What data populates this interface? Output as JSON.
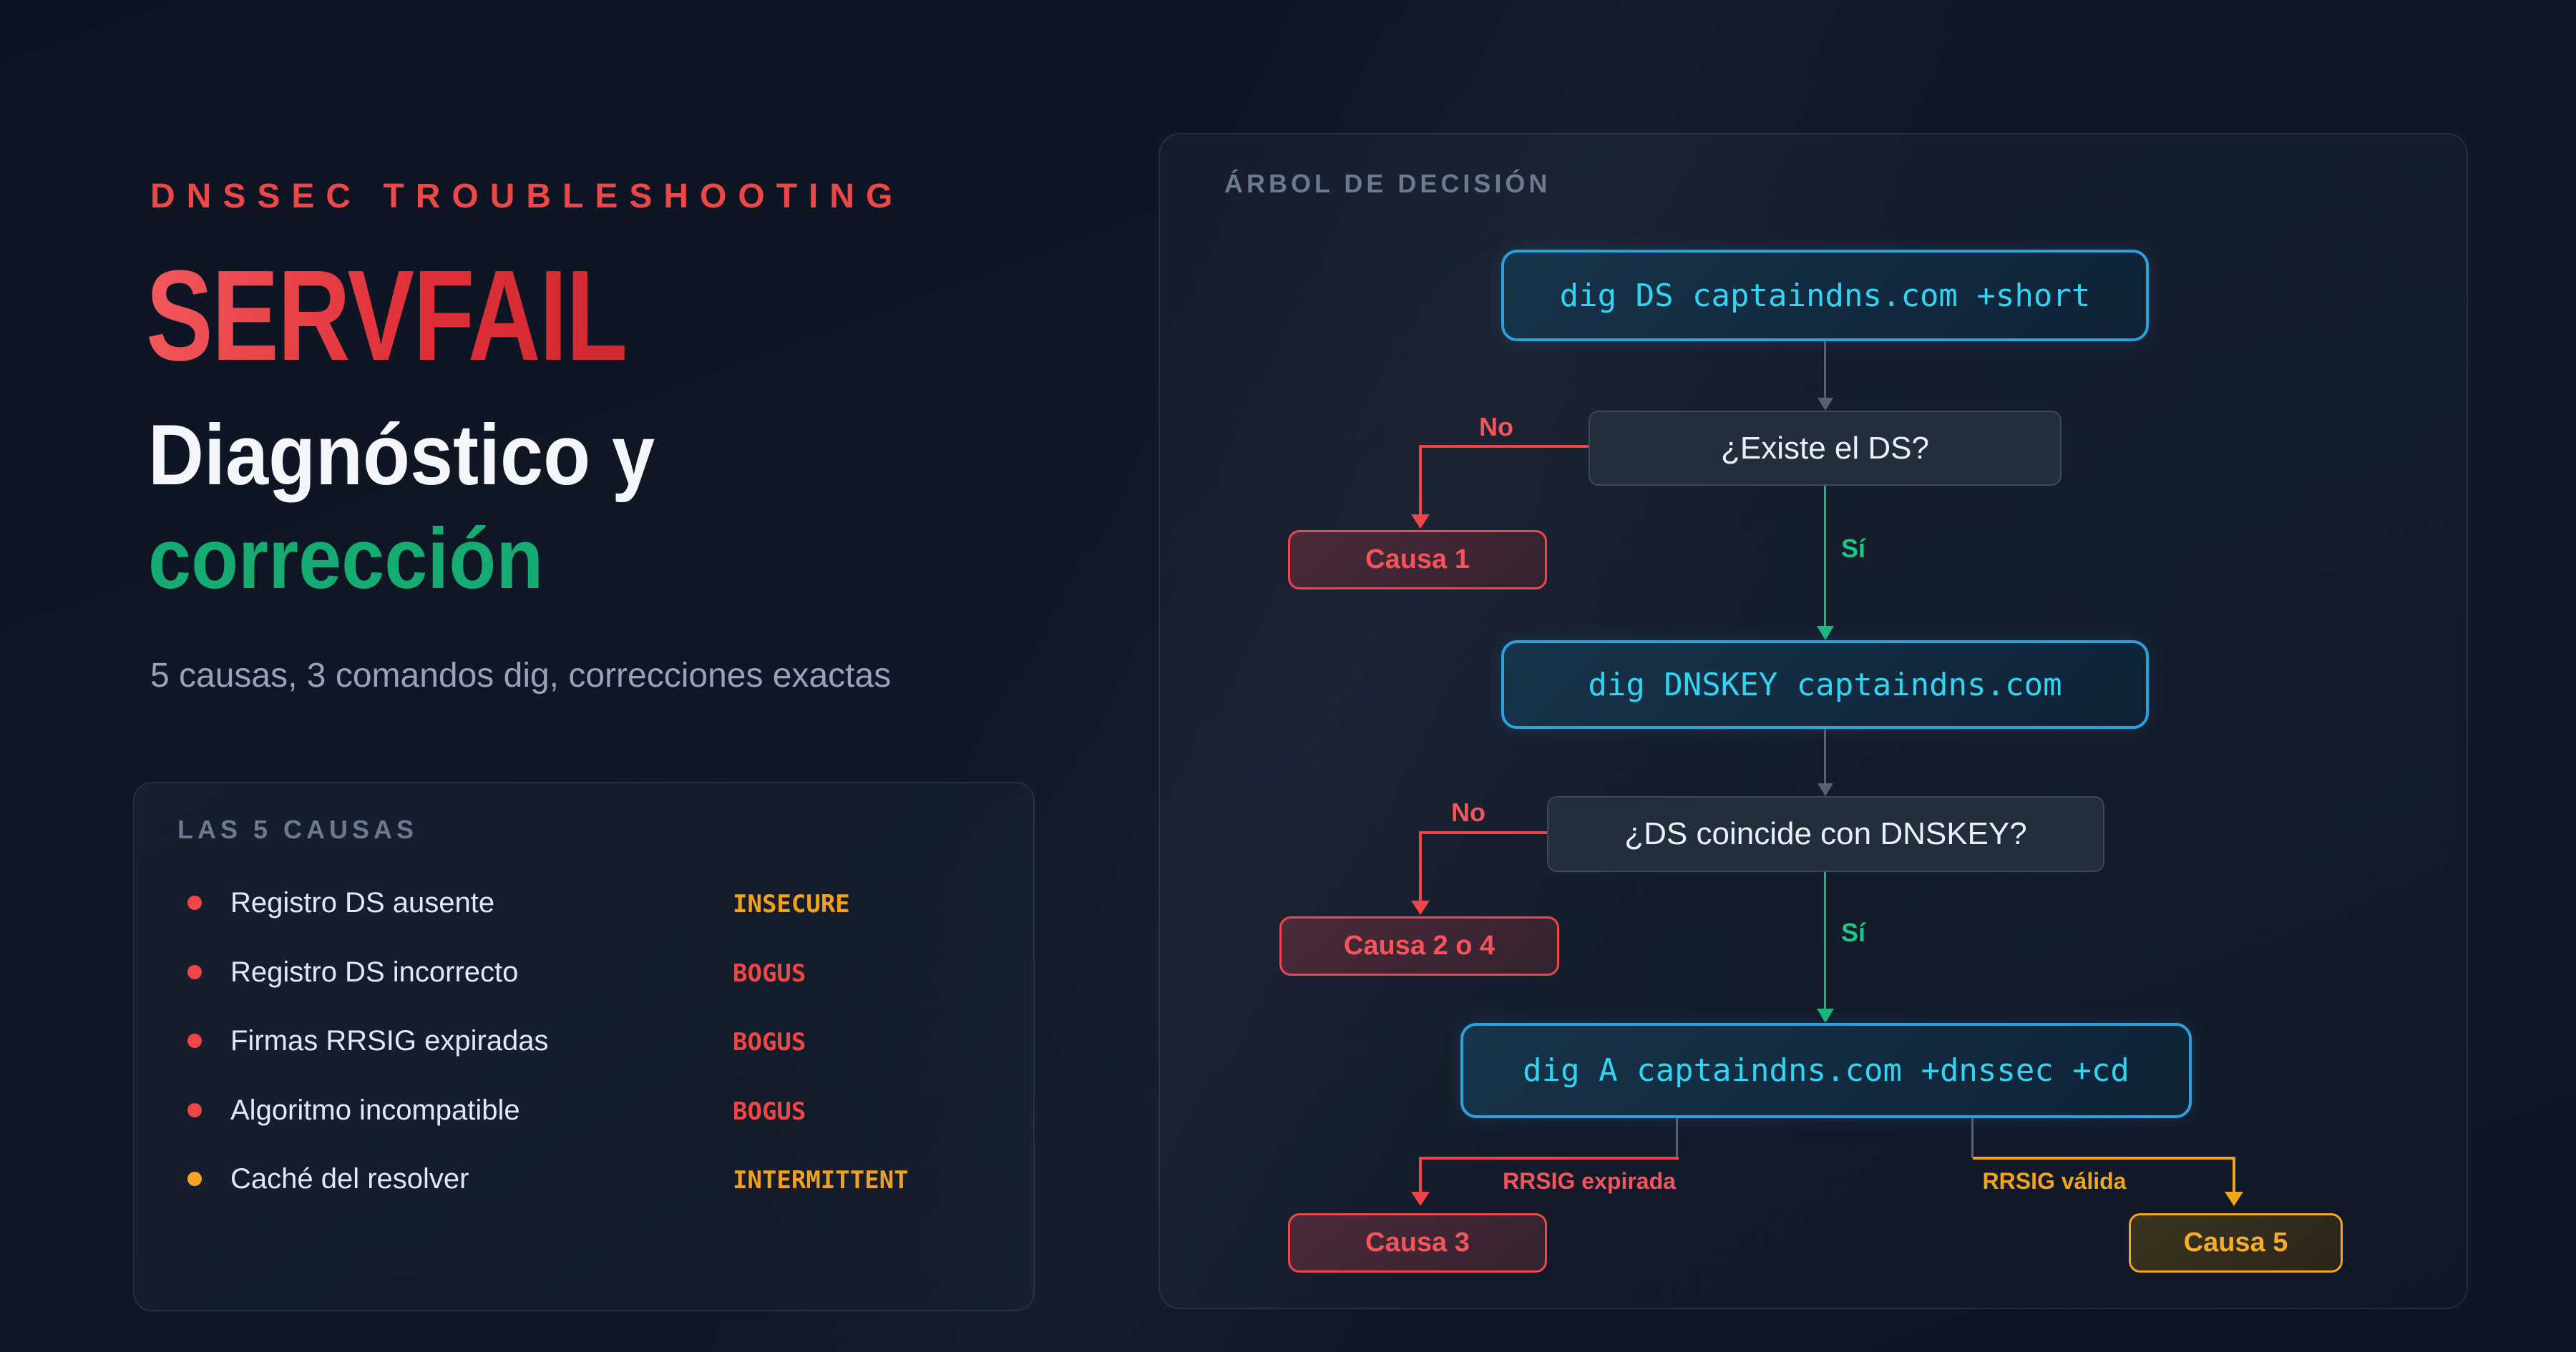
{
  "intro": {
    "kicker": "DNSSEC TROUBLESHOOTING",
    "title": "SERVFAIL",
    "subtitle_line1": "Diagnóstico y",
    "subtitle_line2": "corrección",
    "tagline": "5 causas, 3 comandos dig, correcciones exactas"
  },
  "causes_card": {
    "heading": "LAS 5 CAUSAS",
    "items": [
      {
        "label": "Registro DS ausente",
        "status": "INSECURE",
        "status_color": "#f0a11f",
        "dot_color": "#ef4646"
      },
      {
        "label": "Registro DS incorrecto",
        "status": "BOGUS",
        "status_color": "#ef4646",
        "dot_color": "#ef4646"
      },
      {
        "label": "Firmas RRSIG expiradas",
        "status": "BOGUS",
        "status_color": "#ef4646",
        "dot_color": "#ef4646"
      },
      {
        "label": "Algoritmo incompatible",
        "status": "BOGUS",
        "status_color": "#ef4646",
        "dot_color": "#ef4646"
      },
      {
        "label": "Caché del resolver",
        "status": "INTERMITTENT",
        "status_color": "#f0a11f",
        "dot_color": "#f5a623"
      }
    ]
  },
  "tree": {
    "heading": "ÁRBOL DE DECISIÓN",
    "cmd1": "dig DS captaindns.com +short",
    "q1": "¿Existe el DS?",
    "no1": "No",
    "yes1": "Sí",
    "cause1": "Causa 1",
    "cmd2": "dig DNSKEY captaindns.com",
    "q2": "¿DS coincide con DNSKEY?",
    "no2": "No",
    "yes2": "Sí",
    "cause24": "Causa 2 o 4",
    "cmd3": "dig A captaindns.com +dnssec +cd",
    "edge_left_label": "RRSIG expirada",
    "edge_right_label": "RRSIG válida",
    "cause3": "Causa 3",
    "cause5": "Causa 5"
  },
  "colors": {
    "accent_red": "#ef4646",
    "accent_green": "#1bb87b",
    "accent_cyan": "#2fd2f0",
    "accent_amber": "#f2a51c",
    "muted_heading": "#6b7a8f",
    "background": "#0f1626"
  }
}
